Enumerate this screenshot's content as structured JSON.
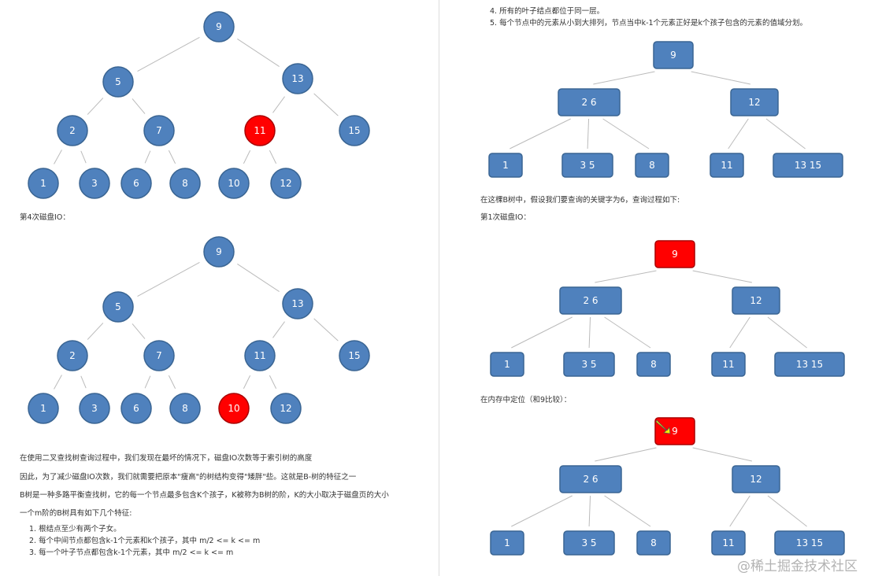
{
  "colors": {
    "node": "#4f81bd",
    "node_border": "#3a6593",
    "highlight": "#ff0000",
    "edge": "#bbbbbb",
    "node_text": "#ffffff"
  },
  "left": {
    "caption_io4": "第4次磁盘IO：",
    "paragraphs": [
      "在使用二叉查找树查询过程中，我们发现在最坏的情况下，磁盘IO次数等于索引树的高度",
      "因此，为了减少磁盘IO次数，我们就需要把原本\"瘦高\"的树结构变得\"矮胖\"些。这就是B-树的特征之一",
      "B树是一种多路平衡查找树，它的每一个节点最多包含K个孩子，K被称为B树的阶，K的大小取决于磁盘页的大小",
      "一个m阶的B树具有如下几个特征:"
    ],
    "features": [
      "1. 根结点至少有两个子女。",
      "2. 每个中间节点都包含k-1个元素和k个孩子，其中 m/2 <= k <= m",
      "3. 每一个叶子节点都包含k-1个元素，其中 m/2 <= k <= m"
    ]
  },
  "right": {
    "features": [
      "4. 所有的叶子结点都位于同一层。",
      "5. 每个节点中的元素从小到大排列，节点当中k-1个元素正好是k个孩子包含的元素的值域分划。"
    ],
    "query_intro": "在这棵B树中，假设我们要查询的关键字为6，查询过程如下:",
    "caption_io1": "第1次磁盘IO：",
    "caption_locate": "在内存中定位（和9比较）："
  },
  "bst_trees": [
    {
      "nodes": [
        {
          "label": "9"
        },
        {
          "label": "5"
        },
        {
          "label": "13"
        },
        {
          "label": "2"
        },
        {
          "label": "7"
        },
        {
          "label": "11",
          "highlight": true
        },
        {
          "label": "15"
        },
        {
          "label": "1"
        },
        {
          "label": "3"
        },
        {
          "label": "6"
        },
        {
          "label": "8"
        },
        {
          "label": "10"
        },
        {
          "label": "12"
        }
      ]
    },
    {
      "nodes": [
        {
          "label": "9"
        },
        {
          "label": "5"
        },
        {
          "label": "13"
        },
        {
          "label": "2"
        },
        {
          "label": "7"
        },
        {
          "label": "11"
        },
        {
          "label": "15"
        },
        {
          "label": "1"
        },
        {
          "label": "3"
        },
        {
          "label": "6"
        },
        {
          "label": "8"
        },
        {
          "label": "10",
          "highlight": true
        },
        {
          "label": "12"
        }
      ]
    }
  ],
  "bst_edges": [
    [
      0,
      1
    ],
    [
      0,
      2
    ],
    [
      1,
      3
    ],
    [
      1,
      4
    ],
    [
      2,
      5
    ],
    [
      2,
      6
    ],
    [
      3,
      7
    ],
    [
      3,
      8
    ],
    [
      4,
      9
    ],
    [
      4,
      10
    ],
    [
      5,
      11
    ],
    [
      5,
      12
    ]
  ],
  "btrees": [
    {
      "nodes": [
        {
          "label": "9"
        },
        {
          "label": "2   6"
        },
        {
          "label": "12"
        },
        {
          "label": "1"
        },
        {
          "label": "3 5"
        },
        {
          "label": "8"
        },
        {
          "label": "11"
        },
        {
          "label": "13  15"
        }
      ]
    },
    {
      "nodes": [
        {
          "label": "9",
          "highlight": true
        },
        {
          "label": "2   6"
        },
        {
          "label": "12"
        },
        {
          "label": "1"
        },
        {
          "label": "3   5"
        },
        {
          "label": "8"
        },
        {
          "label": "11"
        },
        {
          "label": "13    15"
        }
      ]
    },
    {
      "nodes": [
        {
          "label": "9",
          "highlight": true,
          "pointer": true
        },
        {
          "label": "2   6"
        },
        {
          "label": "12"
        },
        {
          "label": "1"
        },
        {
          "label": "3   5"
        },
        {
          "label": "8"
        },
        {
          "label": "11"
        },
        {
          "label": "13    15"
        }
      ]
    }
  ],
  "btree_edges": [
    [
      0,
      1
    ],
    [
      0,
      2
    ],
    [
      1,
      3
    ],
    [
      1,
      4
    ],
    [
      1,
      5
    ],
    [
      2,
      6
    ],
    [
      2,
      7
    ]
  ],
  "watermark": "@稀土掘金技术社区"
}
